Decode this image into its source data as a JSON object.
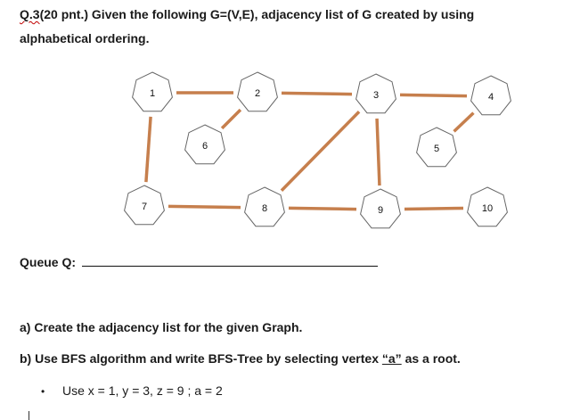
{
  "question": {
    "number": "Q.3",
    "points": "(20 pnt.)",
    "title_rest": " Given the following G=(V,E), adjacency list of G created by using",
    "line2": "alphabetical ordering."
  },
  "graph": {
    "vertices": [
      {
        "id": 1,
        "label": "1"
      },
      {
        "id": 2,
        "label": "2"
      },
      {
        "id": 3,
        "label": "3"
      },
      {
        "id": 4,
        "label": "4"
      },
      {
        "id": 5,
        "label": "5"
      },
      {
        "id": 6,
        "label": "6"
      },
      {
        "id": 7,
        "label": "7"
      },
      {
        "id": 8,
        "label": "8"
      },
      {
        "id": 9,
        "label": "9"
      },
      {
        "id": 10,
        "label": "10"
      }
    ],
    "edges": [
      [
        1,
        2
      ],
      [
        2,
        3
      ],
      [
        3,
        4
      ],
      [
        1,
        7
      ],
      [
        2,
        6
      ],
      [
        3,
        8
      ],
      [
        3,
        9
      ],
      [
        5,
        4
      ],
      [
        7,
        8
      ],
      [
        8,
        9
      ],
      [
        9,
        10
      ]
    ],
    "edge_color": "#c67f4d",
    "node_border_color": "#666666"
  },
  "queue": {
    "label": "Queue Q:"
  },
  "parts": {
    "a": "a) Create the adjacency list for the given Graph.",
    "b_prefix": "b) Use BFS algorithm and write BFS-Tree by selecting vertex ",
    "b_root": "“a”",
    "b_suffix": " as a root."
  },
  "bullet": {
    "symbol": "•",
    "text": "Use x = 1, y = 3, z = 9 ;  a = 2"
  }
}
